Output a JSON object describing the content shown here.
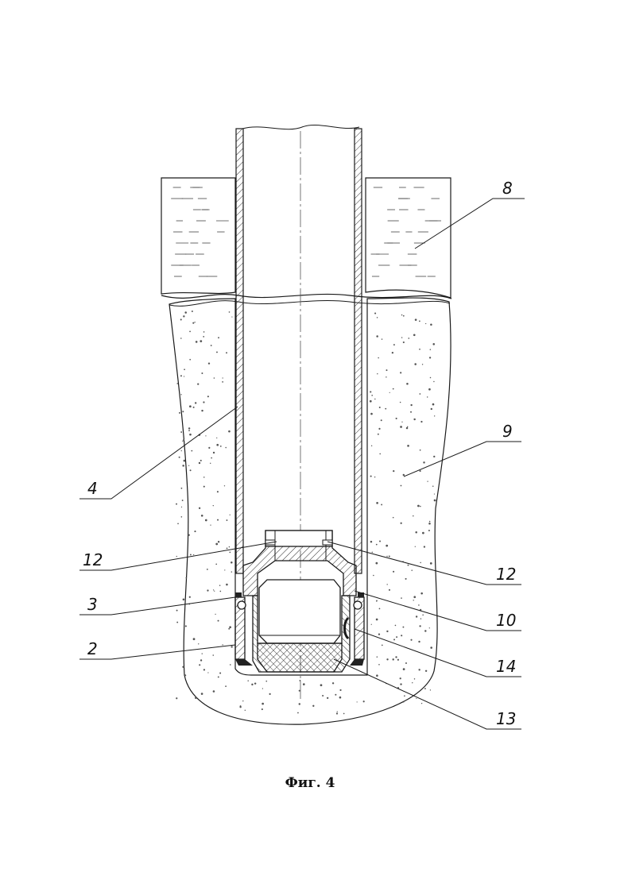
{
  "figure": {
    "caption": "Фиг. 4",
    "colors": {
      "line": "#1a1a1a",
      "paper": "#ffffff",
      "hatch": "#333333"
    }
  },
  "callouts": [
    {
      "id": "label-8",
      "text": "8"
    },
    {
      "id": "label-9",
      "text": "9"
    },
    {
      "id": "label-4",
      "text": "4"
    },
    {
      "id": "label-12-left",
      "text": "12"
    },
    {
      "id": "label-12-right",
      "text": "12"
    },
    {
      "id": "label-3",
      "text": "3"
    },
    {
      "id": "label-10",
      "text": "10"
    },
    {
      "id": "label-2",
      "text": "2"
    },
    {
      "id": "label-14",
      "text": "14"
    },
    {
      "id": "label-13",
      "text": "13"
    }
  ]
}
